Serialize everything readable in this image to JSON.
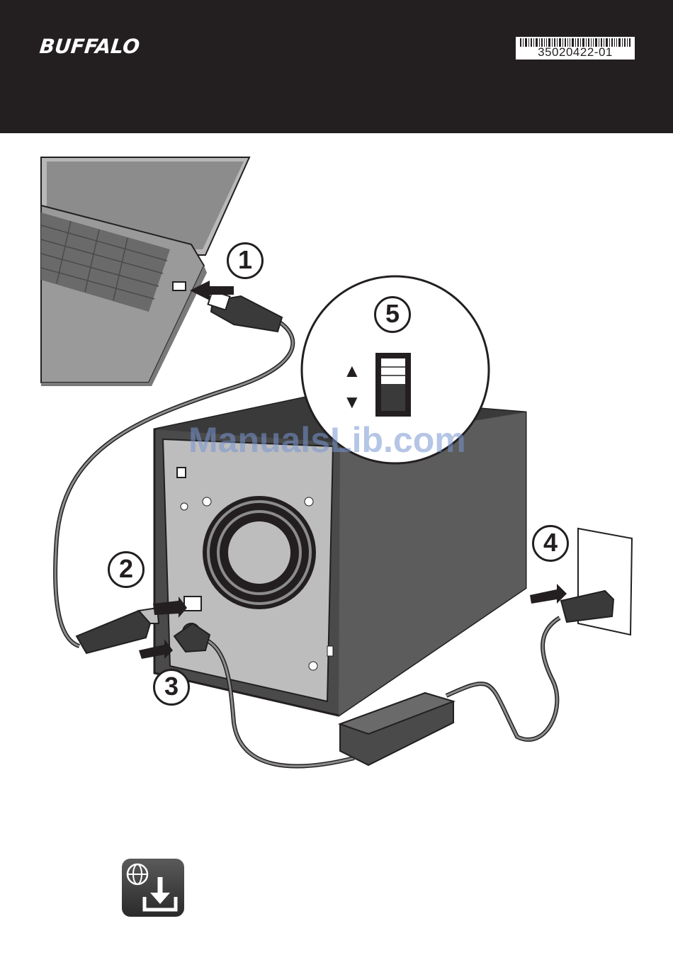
{
  "header": {
    "brand": "BUFFALO",
    "part_number": "35020422-01"
  },
  "watermark": "ManualsLib.com",
  "steps": [
    "1",
    "2",
    "3",
    "4",
    "5"
  ],
  "switch": {
    "up_symbol": "▲",
    "down_symbol": "▼"
  },
  "footer": {
    "icon": "download-icon"
  },
  "colors": {
    "header_bg": "#231f20",
    "device_dark": "#4a4a4a",
    "panel_light": "#bdbdbd"
  }
}
